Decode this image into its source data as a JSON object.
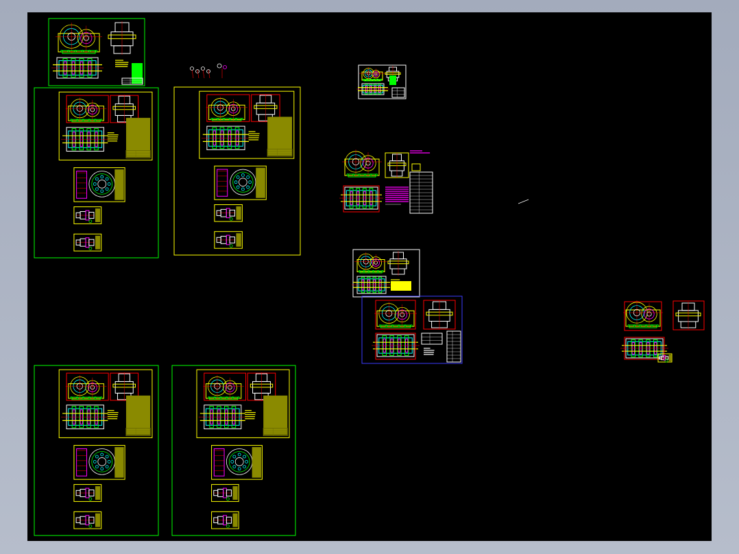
{
  "app": {
    "title": "",
    "drawing_canvas": "model-space",
    "background": "#000000",
    "frame_color": "#a7afbf"
  },
  "colors": {
    "green": "#00ff00",
    "yellow": "#ffff00",
    "red": "#ff0000",
    "white": "#ffffff",
    "cyan": "#00ffff",
    "magenta": "#ff00ff",
    "blue": "#3b3bff",
    "olive": "#8a8a00",
    "olive_dark": "#6f6f00"
  },
  "drawing_sheets": [
    {
      "id": "sheet-top-left-small",
      "border": "green",
      "kind": "assembly-overview"
    },
    {
      "id": "sheet-left-1",
      "border": "green",
      "kind": "detail-set"
    },
    {
      "id": "sheet-left-2",
      "border": "yellow",
      "kind": "detail-set"
    },
    {
      "id": "sheet-left-3",
      "border": "green",
      "kind": "detail-set"
    },
    {
      "id": "sheet-left-4",
      "border": "green",
      "kind": "detail-set"
    },
    {
      "id": "sheet-center-small",
      "border": "white",
      "kind": "assembly-thumbnail"
    },
    {
      "id": "sheet-center-mid",
      "border": "none",
      "kind": "assembly-with-table"
    },
    {
      "id": "sheet-center-lower-a",
      "border": "white",
      "kind": "assembly-overview"
    },
    {
      "id": "sheet-center-lower-b",
      "border": "blue",
      "kind": "assembly-overview"
    },
    {
      "id": "sheet-right",
      "border": "none",
      "kind": "assembly-views"
    }
  ]
}
